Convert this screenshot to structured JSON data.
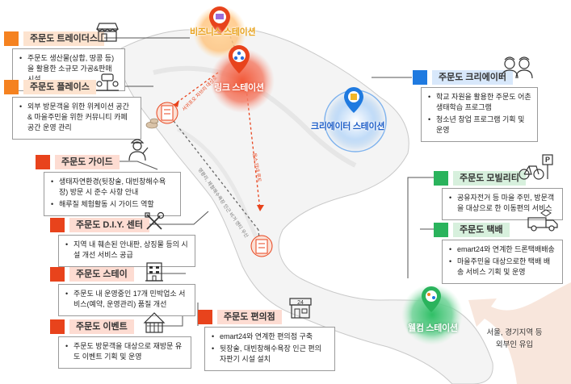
{
  "stations": {
    "business": "비즈니스 스테이션",
    "link": "링크 스테이션",
    "creator": "크리에이터 스테이션",
    "welcome": "웰컴 스테이션"
  },
  "map_labels": {
    "path_pink": "서귀포오 자브리 대상로",
    "path_grey": "맹쾅리, 제철해수욕장 인근 비거 엔티 우산"
  },
  "panels": {
    "trade": {
      "title": "주문도 트레이더스",
      "items": [
        "주문도 생산물(상합, 땅콩 등)을 활용한 소규모 가공&판매 시설"
      ]
    },
    "place": {
      "title": "주문도 플레이스",
      "items": [
        "외부 방문객을 위한 위케이션 공간 & 마을주민을 위한 커뮤니티 카페 공간 운영 관리"
      ]
    },
    "guide": {
      "title": "주문도 가이드",
      "items": [
        "생태자연환경(뒷장술, 대빈창해수욕장) 방문 시 준수 사항 안내",
        "해루질 체험활동 시 가이드 역할"
      ]
    },
    "diy": {
      "title": "주문도 D.I.Y. 센터",
      "items": [
        "지역 내 훼손된 안내판, 상징물 등의 시설 개선 서비스 공급"
      ]
    },
    "stay": {
      "title": "주문도 스테이",
      "items": [
        "주문도 내 운영중인 17개 민박업소 서비스(예약, 운영관리) 품질 개선"
      ]
    },
    "event": {
      "title": "주문도 이벤트",
      "items": [
        "주문도 방문객을 대상으로 재방문 유도 이벤트 기획 및 운영"
      ]
    },
    "store": {
      "title": "주문도 편의점",
      "items": [
        "emart24와 연계한 편의점 구축",
        "뒷장술, 대빈창해수욕장 인근 편의 자판기 시설 설치"
      ]
    },
    "creator": {
      "title": "주문도 크리에이터",
      "items": [
        "학교 자원을 활용한 주문도 어촌 생태학습 프로그램",
        "청소년 창업 프로그램 기획 및 운영"
      ]
    },
    "mobility": {
      "title": "주문도 모빌리티",
      "items": [
        "공유자전거 등 마을 주민, 방문객을 대상으로 한 이동편의 서비스"
      ]
    },
    "delivery": {
      "title": "주문도 택배",
      "items": [
        "emart24와 연계한 드론택배배송",
        "마을주민을 대상으로한 택배 배송 서비스 기획 및 운영"
      ]
    }
  },
  "store_icon_number": "24",
  "note": {
    "line1": "서울, 경기지역 등",
    "line2": "외부인 유입"
  },
  "colors": {
    "orange": "#f58220",
    "red": "#e8431c",
    "blue": "#1f7ae0",
    "green": "#2ab35c",
    "business_text": "#e8a21c",
    "link_text": "#ffffff",
    "creator_text": "#1f5fc8",
    "welcome_text": "#ffffff"
  }
}
